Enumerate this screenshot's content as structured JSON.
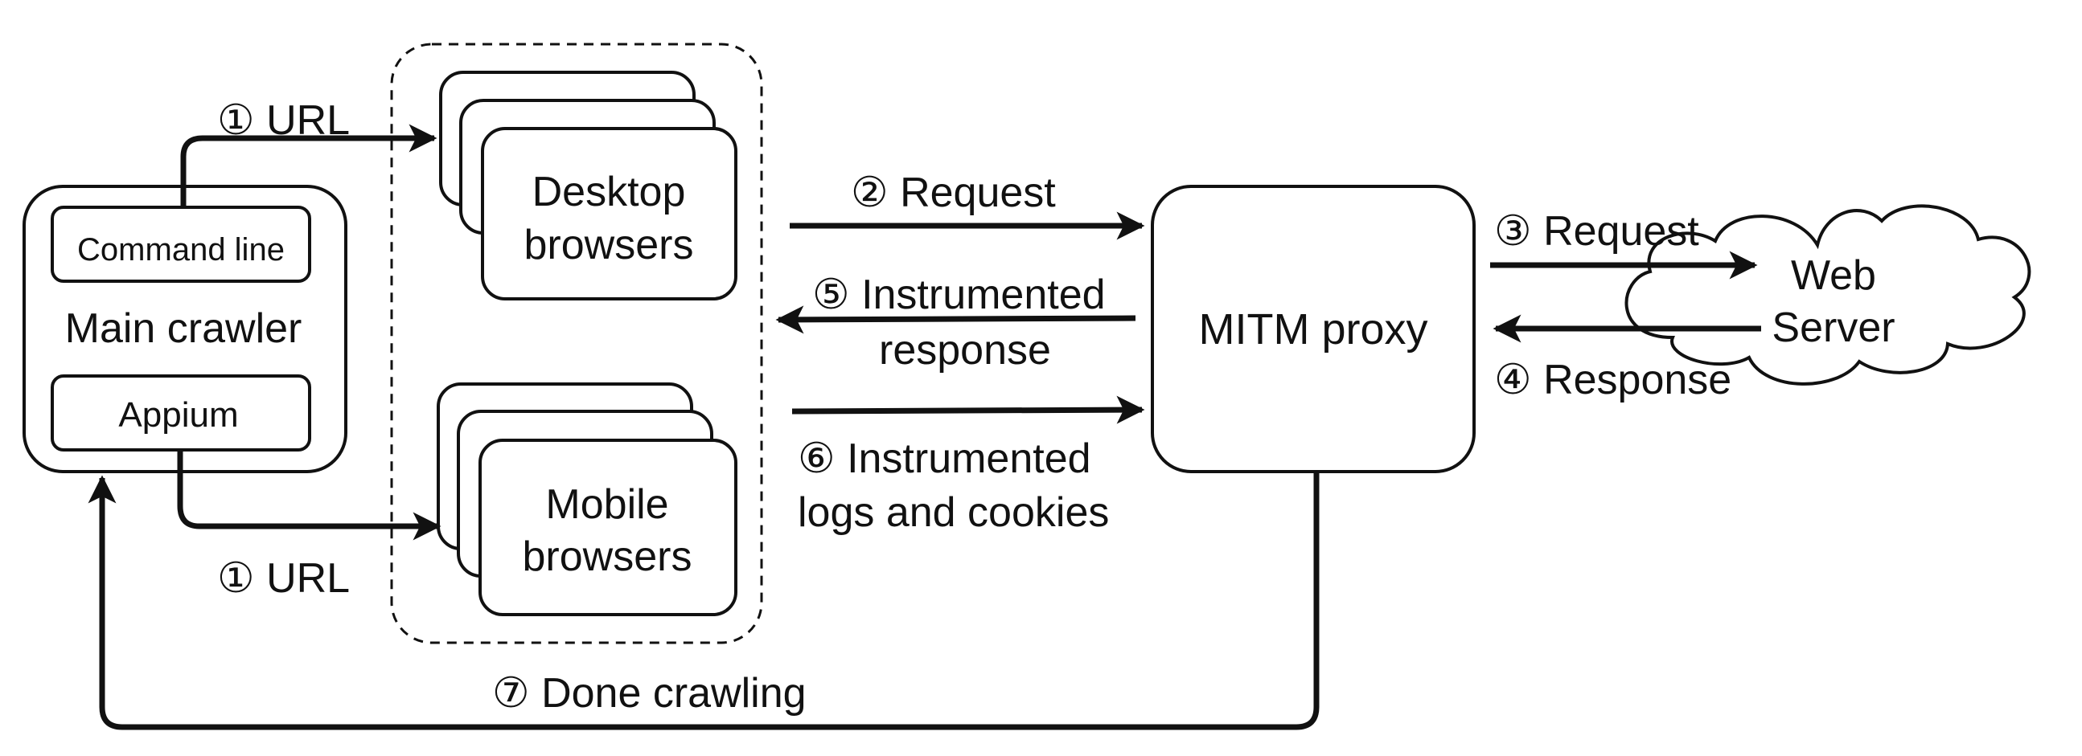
{
  "main_crawler": {
    "title": "Main crawler",
    "command_line": "Command line",
    "appium": "Appium"
  },
  "browsers": {
    "desktop_line1": "Desktop",
    "desktop_line2": "browsers",
    "mobile_line1": "Mobile",
    "mobile_line2": "browsers"
  },
  "proxy": {
    "label": "MITM proxy"
  },
  "web_server": {
    "line1": "Web",
    "line2": "Server"
  },
  "steps": {
    "url_desktop": "① URL",
    "url_mobile": "① URL",
    "request_to_proxy": "② Request",
    "request_to_server": "③ Request",
    "response_from_server": "④ Response",
    "instrumented_response_line1": "⑤ Instrumented",
    "instrumented_response_line2": "response",
    "instrumented_logs_line1": "⑥ Instrumented",
    "instrumented_logs_line2": "logs and cookies",
    "done_crawling": "⑦ Done crawling"
  },
  "colors": {
    "stroke": "#111111",
    "background": "#ffffff"
  }
}
